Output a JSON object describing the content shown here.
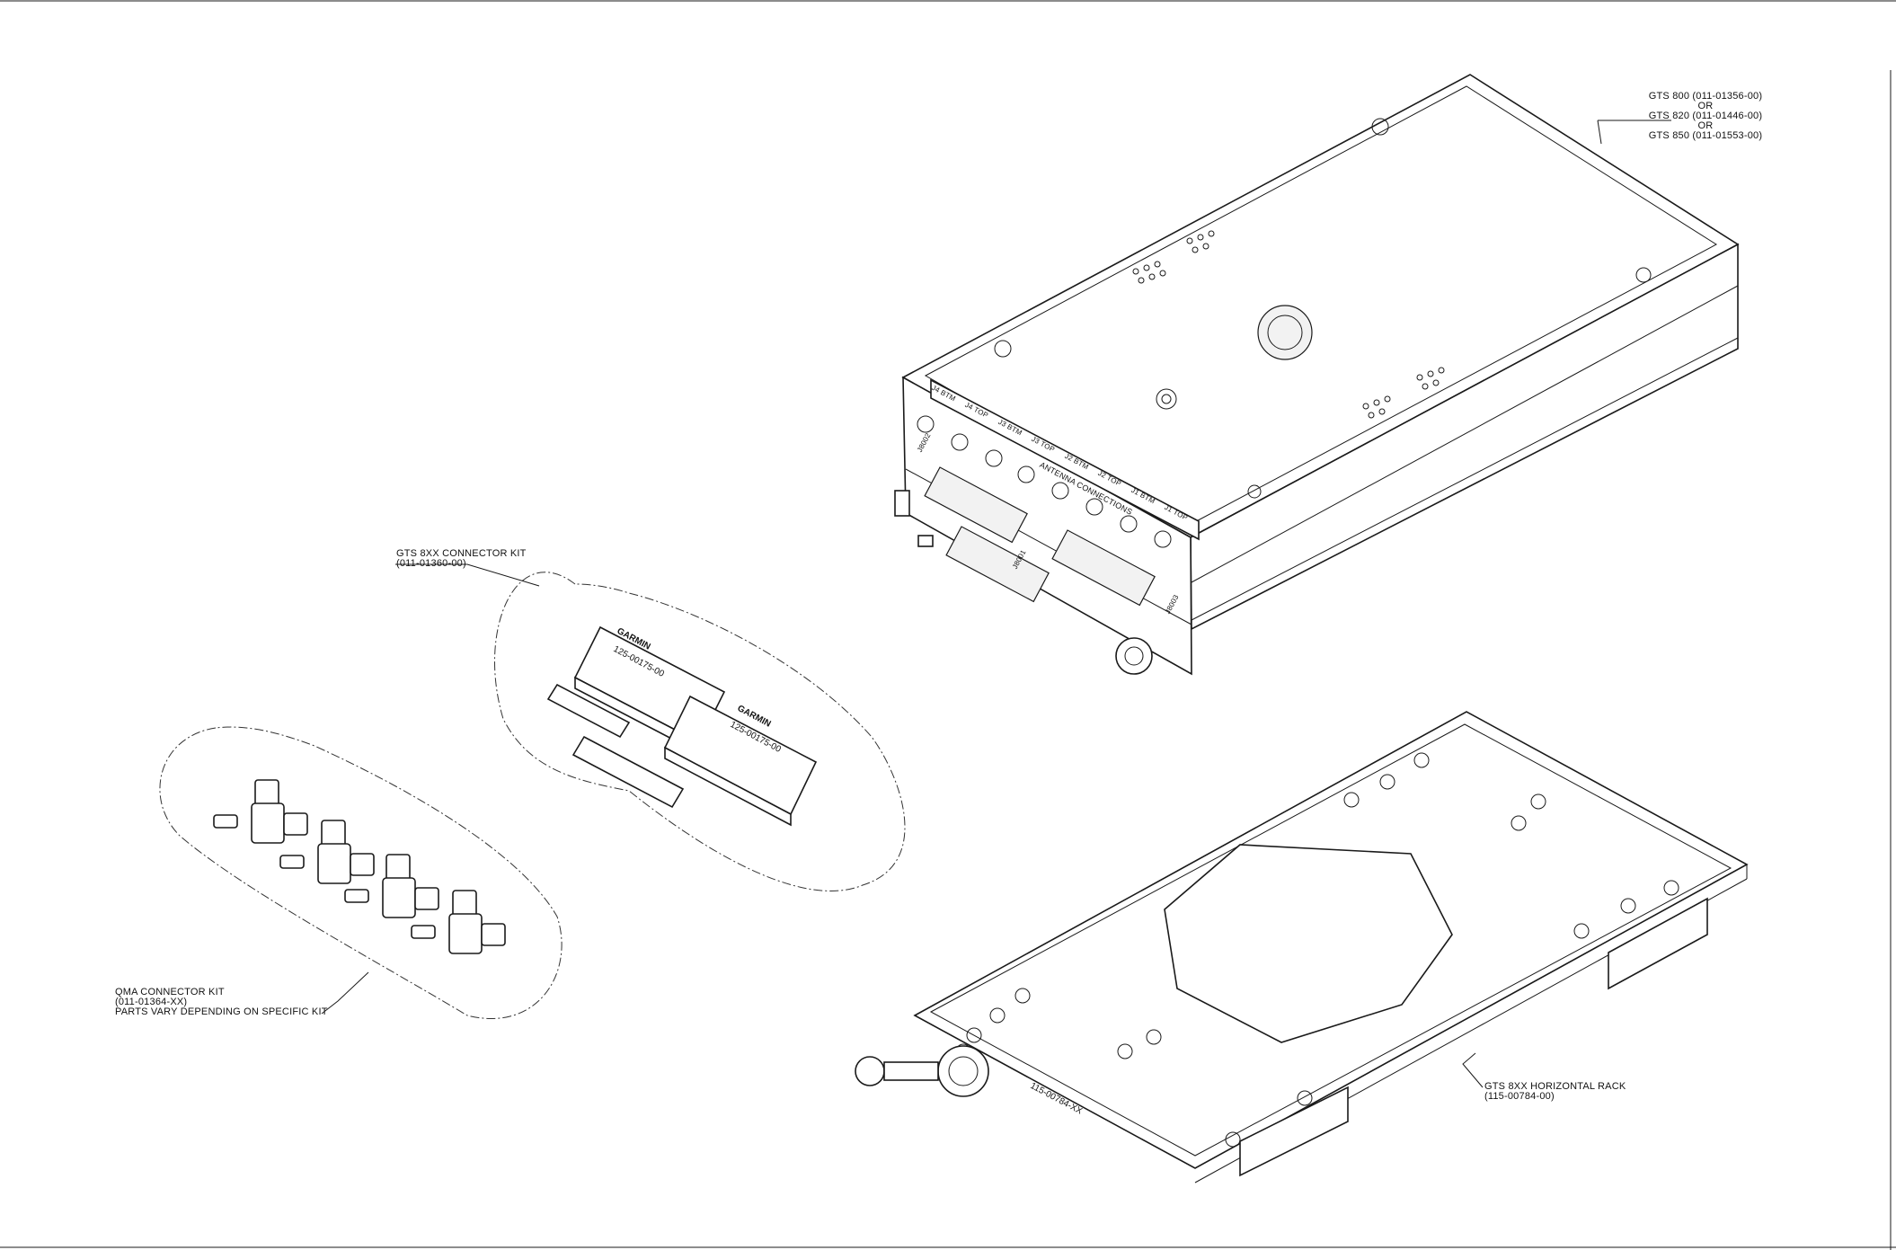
{
  "unit_label": {
    "line1": "GTS 800 (011-01356-00)",
    "or1": "OR",
    "line2": "GTS 820 (011-01446-00)",
    "or2": "OR",
    "line3": "GTS 850 (011-01553-00)"
  },
  "connector_kit_label": {
    "title": "GTS 8XX CONNECTOR KIT",
    "part": "(011-01360-00)"
  },
  "qma_kit_label": {
    "title": "QMA CONNECTOR KIT",
    "part": "(011-01364-XX)",
    "note": "PARTS VARY DEPENDING ON SPECIFIC KIT"
  },
  "rack_label": {
    "title": "GTS 8XX HORIZONTAL RACK",
    "part": "(115-00784-00)"
  },
  "unit_panel": {
    "antenna_header": "ANTENNA CONNECTIONS",
    "ports": [
      "J4 BTM",
      "J4 TOP",
      "J3 BTM",
      "J3 TOP",
      "J2 BTM",
      "J2 TOP",
      "J1 BTM",
      "J1 TOP"
    ],
    "connectors": [
      "J8002",
      "J8001",
      "J8003"
    ]
  },
  "kit_parts": {
    "brand": "GARMIN",
    "part_number": "125-00175-00"
  },
  "rack_part_marking": "115-00784-XX",
  "colors": {
    "line": "#1a1a1a",
    "background": "#ffffff"
  }
}
